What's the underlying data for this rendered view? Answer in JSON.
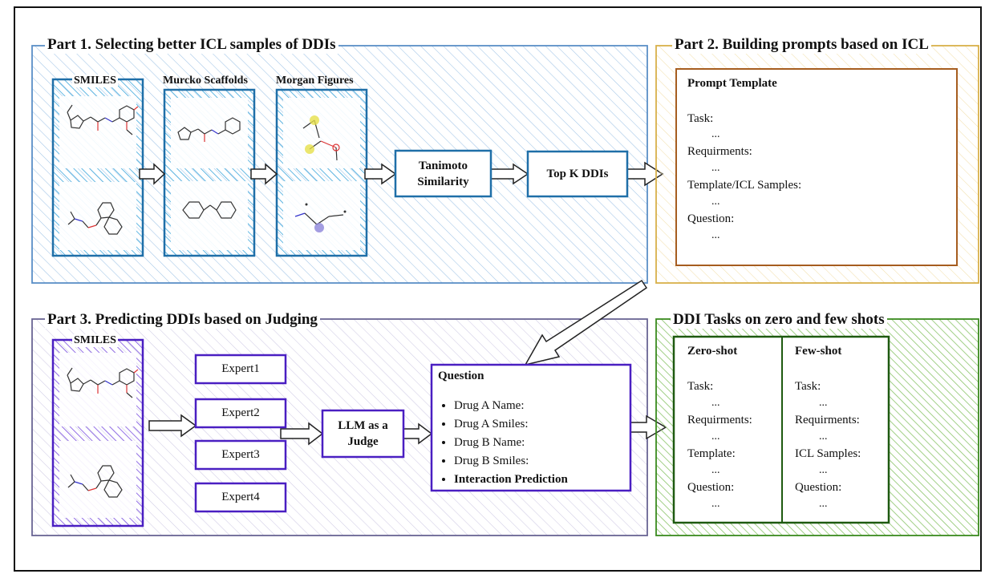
{
  "colors": {
    "part1": "#5b8fc7",
    "part1_accent": "#2b8fc4",
    "part2": "#d8b04a",
    "part2_box": "#a65d1f",
    "part3": "#6a6594",
    "part3_accent": "#4a1fc2",
    "part4": "#3a8a1f",
    "part4_box": "#1e5a10",
    "molecule_scaffold": "#333333"
  },
  "part1": {
    "title": "Part 1. Selecting better ICL samples of DDIs",
    "columns": [
      {
        "label": "SMILES"
      },
      {
        "label": "Murcko Scaffolds"
      },
      {
        "label": "Morgan Figures"
      }
    ],
    "tanimoto": {
      "line1": "Tanimoto",
      "line2": "Similarity"
    },
    "topk": "Top K DDIs"
  },
  "part2": {
    "title": "Part 2. Building prompts based on ICL",
    "prompt": {
      "heading": "Prompt Template",
      "lines": [
        "Task:",
        "...",
        "Requirments:",
        "...",
        "Template/ICL Samples:",
        "...",
        "Question:",
        "..."
      ]
    }
  },
  "part3": {
    "title": "Part 3. Predicting DDIs based on Judging",
    "smiles_label": "SMILES",
    "experts": [
      "Expert1",
      "Expert2",
      "Expert3",
      "Expert4"
    ],
    "judge": {
      "line1": "LLM as a",
      "line2": "Judge"
    },
    "question": {
      "heading": "Question",
      "items": [
        "Drug A Name:",
        "Drug A Smiles:",
        "Drug B Name:",
        "Drug B Smiles:"
      ],
      "final_item": "Interaction Prediction"
    }
  },
  "part4": {
    "title": "DDI Tasks on zero and few shots",
    "zero_shot": {
      "heading": "Zero-shot",
      "lines": [
        "Task:",
        "...",
        "Requirments:",
        "...",
        "Template:",
        "...",
        "Question:",
        "..."
      ]
    },
    "few_shot": {
      "heading": "Few-shot",
      "lines": [
        "Task:",
        "...",
        "Requirments:",
        "...",
        "ICL Samples:",
        "...",
        "Question:",
        "..."
      ]
    }
  }
}
